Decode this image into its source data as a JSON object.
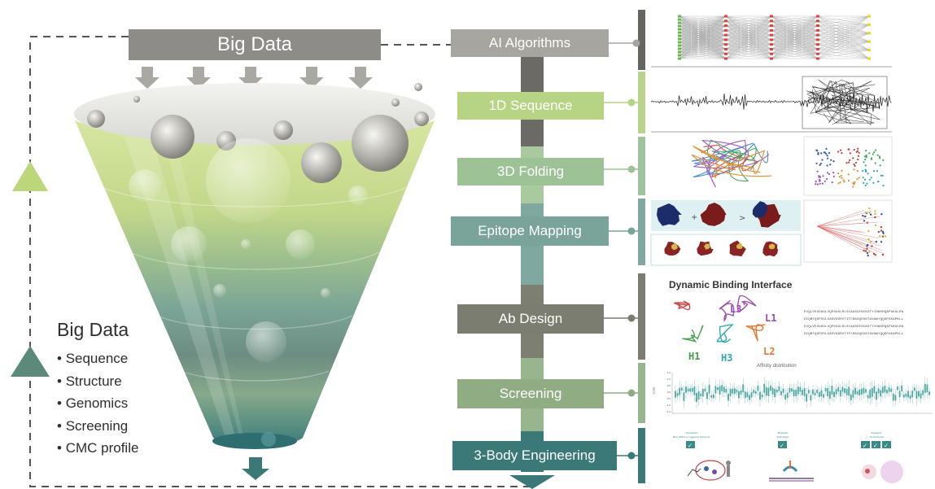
{
  "top_banner": {
    "label": "Big Data"
  },
  "pipeline": {
    "stages": [
      {
        "label": "AI Algorithms",
        "color": "#a6a5a0"
      },
      {
        "label": "1D Sequence",
        "color": "#b6d484"
      },
      {
        "label": "3D Folding",
        "color": "#9cc296"
      },
      {
        "label": "Epitope Mapping",
        "color": "#7aa39a"
      },
      {
        "label": "Ab Design",
        "color": "#7a7d70"
      },
      {
        "label": "Screening",
        "color": "#8fac83"
      },
      {
        "label": "3-Body Engineering",
        "color": "#3b7878"
      }
    ]
  },
  "big_data_list": {
    "title": "Big Data",
    "items": [
      "Sequence",
      "Structure",
      "Genomics",
      "Screening",
      "CMC profile"
    ]
  },
  "binding_panel": {
    "title": "Dynamic Binding Interface",
    "loops": [
      {
        "label": "H1",
        "color": "#44a04a"
      },
      {
        "label": "H3",
        "color": "#2fa7b5"
      },
      {
        "label": "L1",
        "color": "#9c4cb2"
      },
      {
        "label": "L2",
        "color": "#e27832"
      },
      {
        "label": "L3",
        "color": "#9c4cb2"
      }
    ],
    "sequences": [
      "EVQLVESGGGLVQPGGSLRLSCAASGFNIKDTYIHWVRQAPGKGLEW",
      "DIQMTQSPSSLSASVGDRVTITCRASQDVNTAVAWYQQKPGKAPKLL",
      "EVQLVESGGGLVQPGGSLRLSCAASGFNIKDTYIHWVRQAPGKGLEW",
      "DIQMTQSPSSLSASVGDRVTITCRASQDVNTAVAWYQQKPGKAPKLL"
    ]
  },
  "affinity_panel": {
    "title": "Affinity distribution",
    "y_ticks": [
      "-1.5",
      "-1.0",
      "-0.5",
      "0.0",
      "0.5",
      "1.0",
      "1.5"
    ],
    "y_label": "KD(M)"
  },
  "engineering_panel": {
    "columns": [
      {
        "label": "Mechanism",
        "check": "Bind (DNA) or triggering (Intra)-rel."
      },
      {
        "label": "Bispecific",
        "check": "Multi-target"
      },
      {
        "label": "Engagers",
        "check": "Tri-functional"
      }
    ]
  },
  "colors": {
    "funnel_top": "#dfe9b6",
    "funnel_bottom": "#387878",
    "dashed_line": "#555555",
    "arrow_gray": "#a9a8a3",
    "track_gray": "#7a7975"
  }
}
